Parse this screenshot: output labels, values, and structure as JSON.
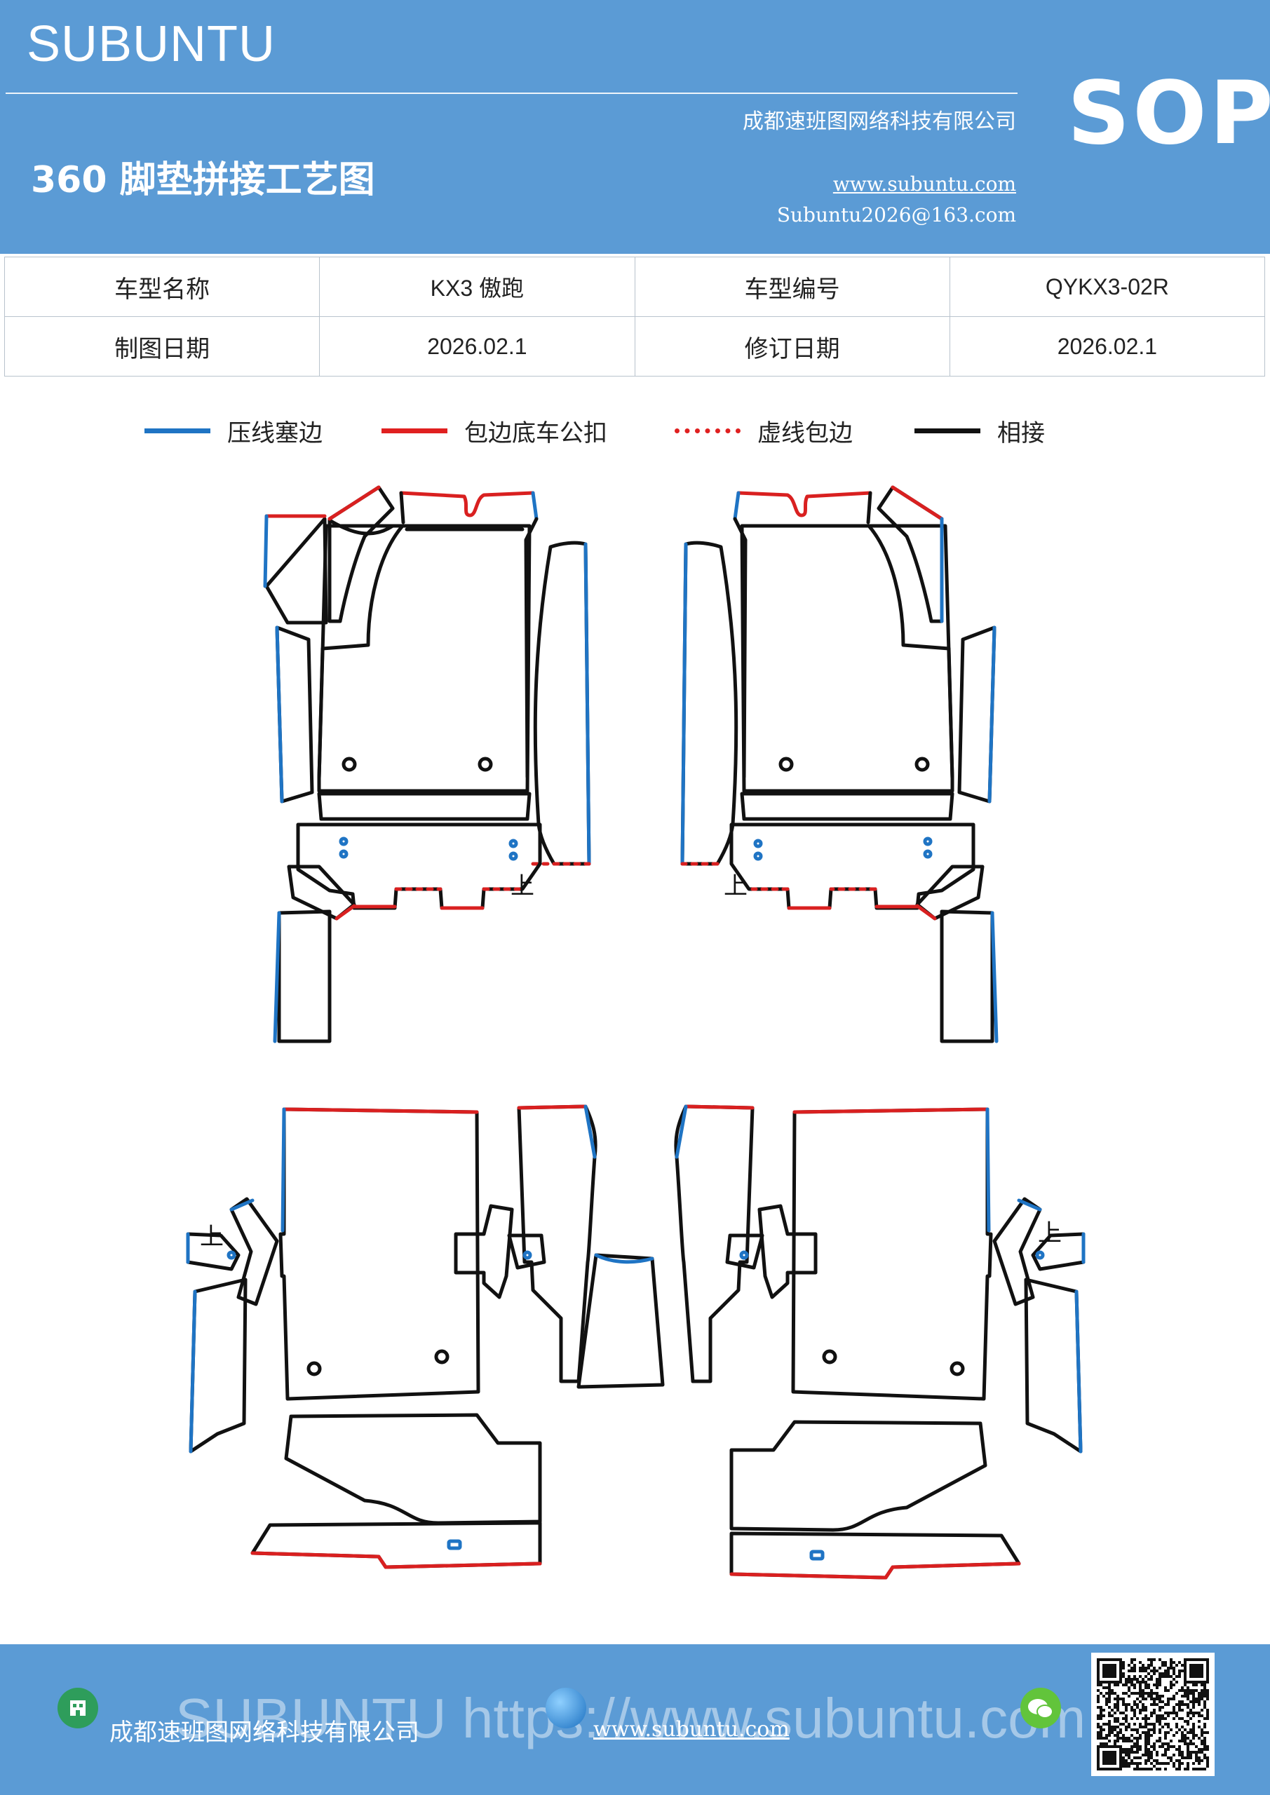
{
  "header": {
    "brand": "SUBUNTU",
    "company": "成都速班图网络科技有限公司",
    "title": "360 脚垫拼接工艺图",
    "website": "www.subuntu.com",
    "email": "Subuntu2026@163.com",
    "badge": "SOP"
  },
  "info_table": {
    "rows": [
      {
        "label1": "车型名称",
        "value1": "KX3 傲跑",
        "label2": "车型编号",
        "value2": "QYKX3-02R"
      },
      {
        "label1": "制图日期",
        "value1": "2026.02.1",
        "label2": "修订日期",
        "value2": "2026.02.1"
      }
    ]
  },
  "legend": [
    {
      "label": "压线塞边",
      "color": "#1f74c4",
      "style": "solid"
    },
    {
      "label": "包边底车公扣",
      "color": "#e02020",
      "style": "solid"
    },
    {
      "label": "虚线包边",
      "color": "#e02020",
      "style": "dotted"
    },
    {
      "label": "相接",
      "color": "#111111",
      "style": "solid"
    }
  ],
  "diagram": {
    "marks": [
      "上",
      "上",
      "上",
      "上"
    ]
  },
  "footer": {
    "watermark": "SUBUNTU https://www.subuntu.com",
    "company": "成都速班图网络科技有限公司",
    "url": "www.subuntu.com"
  }
}
